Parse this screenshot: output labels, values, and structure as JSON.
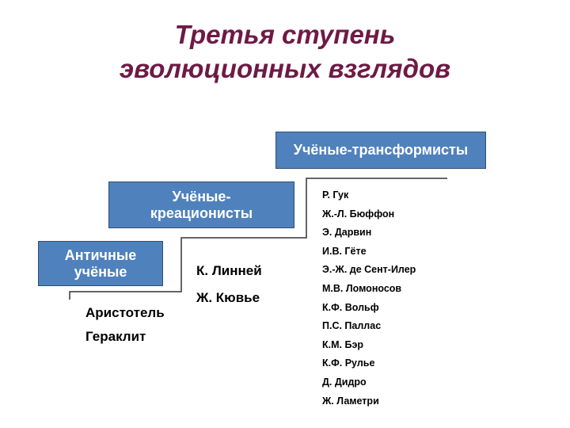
{
  "title": {
    "line1": "Третья ступень",
    "line2": "эволюционных взглядов"
  },
  "steps": [
    {
      "label_lines": [
        "Античные",
        "учёные"
      ],
      "names": [
        "Аристотель",
        "Гераклит"
      ]
    },
    {
      "label_lines": [
        "Учёные-",
        "креационисты"
      ],
      "names": [
        "К. Линней",
        "Ж. Кювье"
      ]
    },
    {
      "label_lines": [
        "Учёные-трансформисты"
      ],
      "names": [
        "Р. Гук",
        "Ж.-Л. Бюффон",
        "Э. Дарвин",
        "И.В. Гёте",
        "Э.-Ж. де Сент-Илер",
        "М.В. Ломоносов",
        "К.Ф. Вольф",
        "П.С. Паллас",
        "К.М. Бэр",
        "К.Ф. Рулье",
        "Д. Дидро",
        "Ж. Ламетри"
      ]
    }
  ],
  "colors": {
    "title": "#6e1a45",
    "box_fill": "#4f81bd",
    "box_border": "#2f4f72",
    "stair_line": "#333333"
  }
}
